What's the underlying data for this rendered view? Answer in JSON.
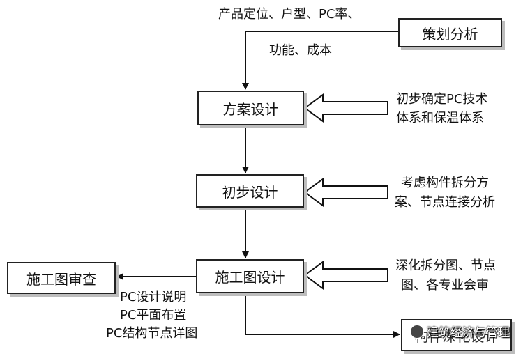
{
  "boxes": {
    "planning": "策划分析",
    "scheme": "方案设计",
    "preliminary": "初步设计",
    "construction_drawing": "施工图设计",
    "drawing_review": "施工图审查",
    "component_design": "构件深化设计"
  },
  "notes": {
    "planning_line1": "产品定位、户型、PC率、",
    "planning_line2": "功能、成本",
    "scheme_line1": "初步确定PC技术",
    "scheme_line2": "体系和保温体系",
    "preliminary_line1": "考虑构件拆分方",
    "preliminary_line2": "案、节点连接分析",
    "construction_line1": "深化拆分图、节点",
    "construction_line2": "图、各专业会审",
    "deliverable_1": "PC设计说明",
    "deliverable_2": "PC平面布置",
    "deliverable_3": "PC结构节点详图"
  },
  "watermark": "建筑经济与管理"
}
